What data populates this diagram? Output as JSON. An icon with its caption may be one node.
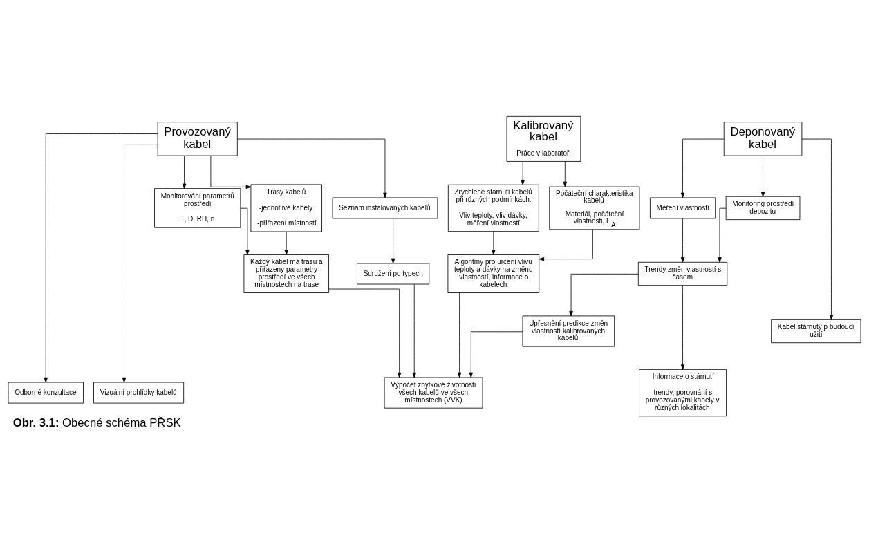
{
  "diagram": {
    "caption": "**Obr. 3.1:** Obecné schéma PŘSK",
    "nodes": [
      {
        "text": [
          "Provozovaný kabel"
        ]
      },
      {
        "text": [
          "Kalibrovaný kabel",
          "Práce v laboratoři"
        ]
      },
      {
        "text": [
          "Deponovaný kabel"
        ]
      },
      {
        "text": [
          "Monitorování parametrů prostředí",
          "T, D, RH, n"
        ]
      },
      {
        "text": [
          "Trasy kabelů",
          "-jednotlivé kabely",
          "-přiřazení místností"
        ]
      },
      {
        "text": [
          "Seznam instalovaných kabelů"
        ]
      },
      {
        "text": [
          "Zrychlené stárnutí kabelů při různých podmínkách.",
          "Vliv teploty, vliv dávky, měření vlastností"
        ]
      },
      {
        "text": [
          "Počáteční charakteristika kabelů",
          "Materiál, počáteční vlastnosti, E$_{A}$"
        ]
      },
      {
        "text": [
          "Měření vlastností"
        ]
      },
      {
        "text": [
          "Monitoring prostředí depozitu"
        ]
      },
      {
        "text": [
          "Každý kabel má trasu a přiřazeny parametry prostředí ve všech místnostech na trase"
        ]
      },
      {
        "text": [
          "Sdružení po typech"
        ]
      },
      {
        "text": [
          "Algoritmy pro určení vlivu teploty a dávky na změnu vlastností, informace o kabelech"
        ]
      },
      {
        "text": [
          "Trendy změn vlastností s časem"
        ]
      },
      {
        "text": [
          "Kabel stárnutý p budoucí užití"
        ]
      },
      {
        "text": [
          "Upřesnění predikce změn vlastností kalibrovaných kabelů"
        ]
      },
      {
        "text": [
          "Informace o stárnutí",
          "trendy, porovnání s provozovanými kabely v různých lokalitách"
        ]
      },
      {
        "text": [
          "Odborné konzultace"
        ]
      },
      {
        "text": [
          "Vizuální prohlídky kabelů"
        ]
      },
      {
        "text": [
          "Výpočet zbytkové životnosti všech kabelů ve všech místnostech (VVK)"
        ]
      }
    ],
    "edges": [
      {
        "from": 0,
        "to": 17,
        "arrow": "to"
      },
      {
        "from": 0,
        "to": 18,
        "arrow": "to"
      },
      {
        "from": 0,
        "to": 3,
        "arrow": "to"
      },
      {
        "from": 0,
        "to": 4,
        "arrow": "to"
      },
      {
        "from": 0,
        "to": 5,
        "arrow": "to"
      },
      {
        "from": 1,
        "to": 6,
        "arrow": "to"
      },
      {
        "from": 1,
        "to": 7,
        "arrow": "to"
      },
      {
        "from": 2,
        "to": 8,
        "arrow": "to"
      },
      {
        "from": 2,
        "to": 9,
        "arrow": "to"
      },
      {
        "from": 2,
        "to": 14,
        "arrow": "to"
      },
      {
        "from": 3,
        "to": 10,
        "arrow": "to"
      },
      {
        "from": 4,
        "to": 10,
        "arrow": "to"
      },
      {
        "from": 5,
        "to": 11,
        "arrow": "to"
      },
      {
        "from": 6,
        "to": 12,
        "arrow": "to"
      },
      {
        "from": 7,
        "to": 12,
        "arrow": "to"
      },
      {
        "from": 8,
        "to": 13,
        "arrow": "to"
      },
      {
        "from": 9,
        "to": 13,
        "arrow": "to"
      },
      {
        "from": 13,
        "to": 15,
        "arrow": "to"
      },
      {
        "from": 13,
        "to": 16,
        "arrow": "to"
      },
      {
        "from": 10,
        "to": 19,
        "arrow": "to"
      },
      {
        "from": 11,
        "to": 19,
        "arrow": "to"
      },
      {
        "from": 12,
        "to": 19,
        "arrow": "to"
      },
      {
        "from": 15,
        "to": 19,
        "arrow": "to"
      }
    ]
  }
}
